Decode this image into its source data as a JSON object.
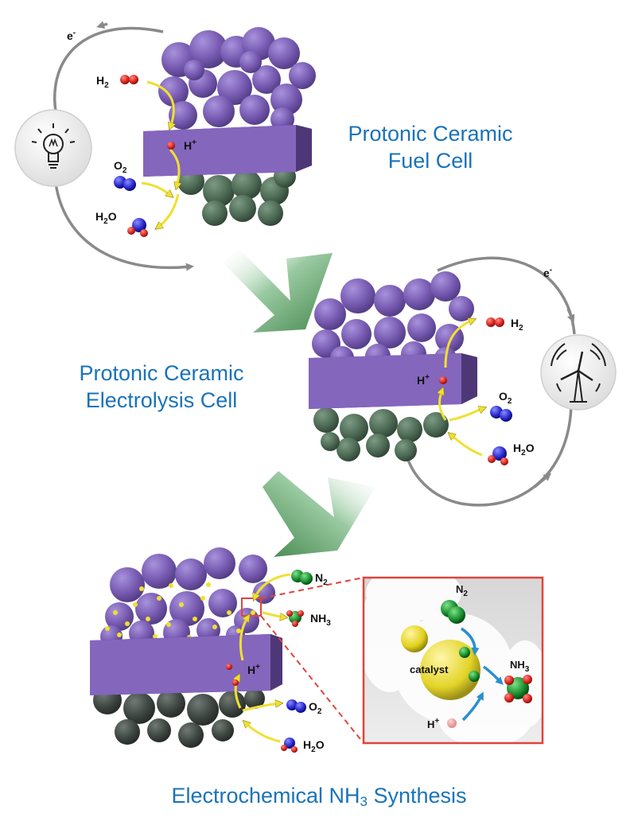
{
  "titles": {
    "fuel_cell_line1": "Protonic Ceramic",
    "fuel_cell_line2": "Fuel Cell",
    "electrolysis_line1": "Protonic Ceramic",
    "electrolysis_line2": "Electrolysis Cell",
    "nh3_synthesis_pre": "Electrochemical NH",
    "nh3_synthesis_sub": "3",
    "nh3_synthesis_post": " Synthesis"
  },
  "fuel_cell": {
    "electron": "e",
    "electron_sup": "-",
    "h2": "H",
    "h2_sub": "2",
    "proton": "H",
    "proton_sup": "+",
    "o2": "O",
    "o2_sub": "2",
    "h2o_a": "H",
    "h2o_sub": "2",
    "h2o_b": "O"
  },
  "electrolysis_cell": {
    "electron": "e",
    "electron_sup": "-",
    "h2": "H",
    "h2_sub": "2",
    "proton": "H",
    "proton_sup": "+",
    "o2": "O",
    "o2_sub": "2",
    "h2o_a": "H",
    "h2o_sub": "2",
    "h2o_b": "O"
  },
  "nh3_cell": {
    "n2": "N",
    "n2_sub": "2",
    "nh3": "NH",
    "nh3_sub": "3",
    "proton": "H",
    "proton_sup": "+",
    "o2": "O",
    "o2_sub": "2",
    "h2o_a": "H",
    "h2o_sub": "2",
    "h2o_b": "O"
  },
  "inset": {
    "n2": "N",
    "n2_sub": "2",
    "catalyst": "catalyst",
    "nh3": "NH",
    "nh3_sub": "3",
    "proton": "H",
    "proton_sup": "+"
  },
  "colors": {
    "title_blue": "#1a73b8",
    "anode_purple": "#7b62b3",
    "electrolyte_purple": "#7a5aa8",
    "cathode_green": "#4a6450",
    "flow_arrow_green": "#3f8a48",
    "reaction_arrow_yellow": "#f2e64a",
    "inset_border": "#e0453a",
    "inset_arrow_blue": "#2a8fd0"
  },
  "icons": {
    "fuel_cell_output": "lightbulb-icon",
    "electrolysis_input": "wind-turbine-icon"
  }
}
